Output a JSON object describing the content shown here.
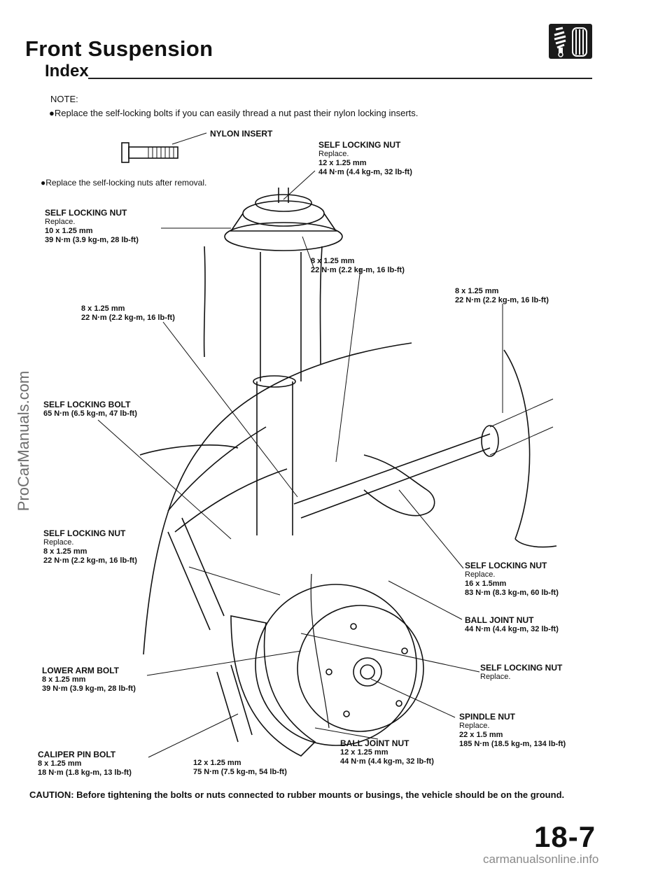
{
  "header": {
    "title": "Front Suspension",
    "subtitle": "Index"
  },
  "logo": {
    "icon": "suspension-logo-icon"
  },
  "note": {
    "heading": "NOTE:",
    "text": "●Replace the self-locking bolts if you can easily thread a nut past their nylon locking inserts."
  },
  "callouts": {
    "nylon_insert": {
      "title": "NYLON INSERT"
    },
    "bolt_note": {
      "text": "●Replace the self-locking nuts after removal."
    },
    "top_nut": {
      "title": "SELF LOCKING NUT",
      "line1": "Replace.",
      "line2": "12 x 1.25 mm",
      "line3": "44 N·m (4.4 kg-m, 32 lb-ft)"
    },
    "upper_left_nut": {
      "title": "SELF LOCKING NUT",
      "line1": "Replace.",
      "line2": "10 x 1.25 mm",
      "line3": "39 N·m (3.9 kg-m, 28 lb-ft)"
    },
    "center_bolt": {
      "line1": "8 x 1.25 mm",
      "line2": "22 N·m (2.2 kg-m, 16 lb-ft)"
    },
    "right_bolt": {
      "line1": "8 x 1.25 mm",
      "line2": "22 N·m (2.2 kg-m, 16 lb-ft)"
    },
    "left_bolt": {
      "line1": "8 x 1.25 mm",
      "line2": "22 N·m (2.2 kg-m, 16 lb-ft)"
    },
    "locking_bolt": {
      "title": "SELF LOCKING BOLT",
      "line1": "65 N·m (6.5 kg-m, 47 lb-ft)"
    },
    "lower_left_nut": {
      "title": "SELF LOCKING NUT",
      "line1": "Replace.",
      "line2": "8 x 1.25 mm",
      "line3": "22 N·m (2.2 kg-m, 16 lb-ft)"
    },
    "right_nut": {
      "title": "SELF LOCKING NUT",
      "line1": "Replace.",
      "line2": "16 x 1.5mm",
      "line3": "83 N·m (8.3 kg-m, 60 lb-ft)"
    },
    "ball_joint_upper": {
      "title": "BALL JOINT NUT",
      "line1": "44 N·m (4.4 kg-m, 32 lb-ft)"
    },
    "right_nut_2": {
      "title": "SELF LOCKING NUT",
      "line1": "Replace."
    },
    "lower_arm_bolt": {
      "title": "LOWER ARM BOLT",
      "line1": "8 x 1.25 mm",
      "line2": "39 N·m (3.9 kg-m, 28 lb-ft)"
    },
    "spindle_nut": {
      "title": "SPINDLE NUT",
      "line1": "Replace.",
      "line2": "22 x 1.5 mm",
      "line3": "185 N·m (18.5 kg-m, 134 lb-ft)"
    },
    "caliper_pin": {
      "title": "CALIPER PIN BOLT",
      "line1": "8 x 1.25 mm",
      "line2": "18 N·m (1.8 kg-m, 13 lb-ft)"
    },
    "bottom_center": {
      "line1": "12 x 1.25 mm",
      "line2": "75 N·m (7.5 kg-m, 54 lb-ft)"
    },
    "ball_joint_lower": {
      "title": "BALL JOINT NUT",
      "line1": "12 x 1.25 mm",
      "line2": "44 N·m (4.4 kg-m, 32 lb-ft)"
    }
  },
  "caution": "CAUTION: Before tightening the bolts or nuts connected to rubber mounts or busings, the vehicle should be on the ground.",
  "page_number": "18-7",
  "watermark_side": "ProCarManuals.com",
  "watermark_footer": "carmanualsonline.info"
}
